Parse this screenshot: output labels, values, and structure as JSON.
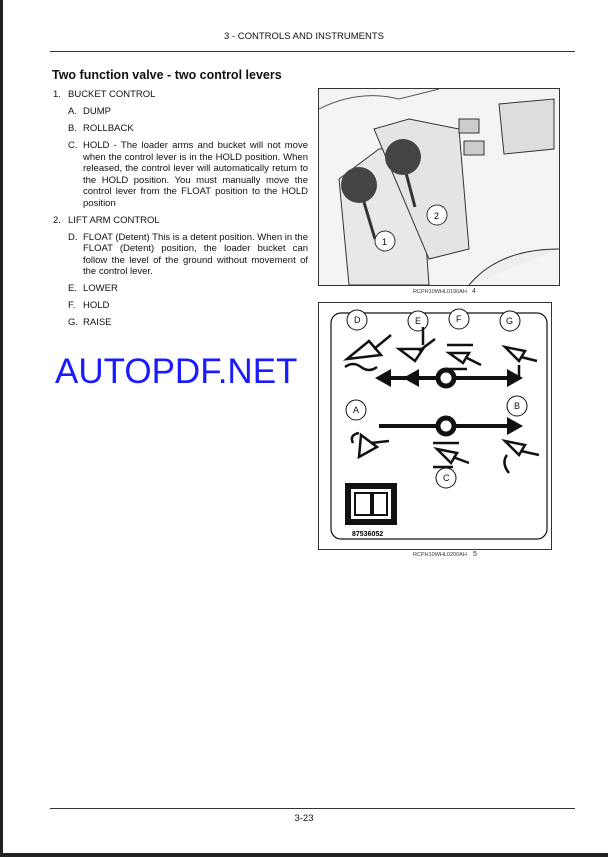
{
  "header": "3 - CONTROLS AND INSTRUMENTS",
  "title": "Two function valve - two control levers",
  "items": [
    {
      "n": "1.",
      "t": "BUCKET CONTROL"
    },
    {
      "n": "A.",
      "t": "DUMP"
    },
    {
      "n": "B.",
      "t": "ROLLBACK"
    },
    {
      "n": "C.",
      "t": "HOLD - The loader arms and bucket will not move when the control lever is in the HOLD position. When released, the control lever will automatically return to the HOLD position.  You must manually move the control lever from the FLOAT position to the HOLD position"
    },
    {
      "n": "2.",
      "t": "LIFT ARM CONTROL"
    },
    {
      "n": "D.",
      "t": "FLOAT (Detent) This is a detent position. When in the FLOAT (Detent) position, the loader bucket can follow the level of the ground without movement of the control lever."
    },
    {
      "n": "E.",
      "t": "LOWER"
    },
    {
      "n": "F.",
      "t": "HOLD"
    },
    {
      "n": "G.",
      "t": "RAISE"
    }
  ],
  "figures": [
    {
      "caption": "RCPH10WHL0190AH",
      "number": "4",
      "callouts": [
        "1",
        "2"
      ]
    },
    {
      "caption": "RCPH10WHL0200AH",
      "number": "5",
      "labels": [
        "D",
        "E",
        "F",
        "G",
        "A",
        "B",
        "C"
      ],
      "decal_number": "87536052"
    }
  ],
  "watermark": "AUTOPDF.NET",
  "page_number": "3-23"
}
